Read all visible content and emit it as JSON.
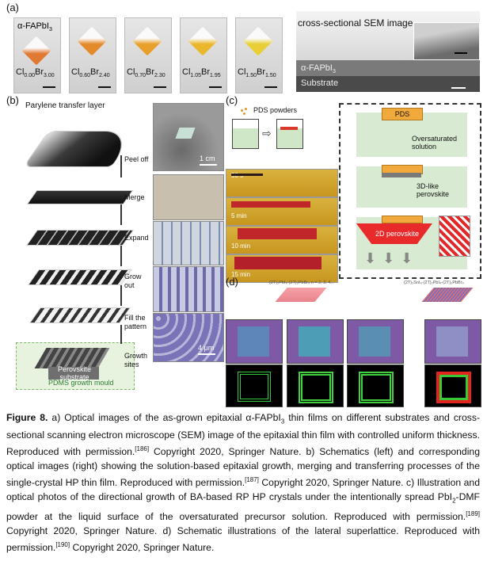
{
  "panels": {
    "a": "(a)",
    "b": "(b)",
    "c": "(c)",
    "d": "(d)"
  },
  "panel_a": {
    "film_label": "α-FAPbI",
    "film_sub": "3",
    "crystals": [
      {
        "cl": "Cl",
        "cl_sub": "0.00",
        "br": "Br",
        "br_sub": "3.00",
        "color": "#e07a32"
      },
      {
        "cl": "Cl",
        "cl_sub": "0.60",
        "br": "Br",
        "br_sub": "2.40",
        "color": "#e58a2a"
      },
      {
        "cl": "Cl",
        "cl_sub": "0.70",
        "br": "Br",
        "br_sub": "2.30",
        "color": "#e9a02a"
      },
      {
        "cl": "Cl",
        "cl_sub": "1.05",
        "br": "Br",
        "br_sub": "1.95",
        "color": "#eab72c"
      },
      {
        "cl": "Cl",
        "cl_sub": "1.50",
        "br": "Br",
        "br_sub": "1.50",
        "color": "#e9cf35"
      }
    ],
    "sem_title": "cross-sectional SEM image",
    "sem_film": "α-FAPbI",
    "sem_film_sub": "3",
    "sem_substrate": "Substrate"
  },
  "panel_b": {
    "transfer_layer": "Parylene transfer layer",
    "steps": [
      "Peel off",
      "Merge",
      "Expand",
      "Grow",
      "out",
      "Fill the",
      "pattern",
      "Growth",
      "sites"
    ],
    "substrate_1": "Perovskite",
    "substrate_2": "substrate",
    "mould": "PDMS growth mould",
    "scale_top": "1 cm",
    "scale_bottom": "4 μm"
  },
  "panel_c": {
    "pds_powders": "PDS powders",
    "times": [
      "50 s",
      "5 min",
      "10 min",
      "15 min"
    ],
    "pds_box": "PDS",
    "oversat_1": "Oversaturated",
    "oversat_2": "solution",
    "threed_1": "3D-like",
    "threed_2": "perovskite",
    "twod": "2D perovskite"
  },
  "panel_d": {
    "formula_left": "(2T)₂PbI₄-(2T)₂PbBr₄ n = 2, 3, 4...",
    "formula_right": "(2T)₂SnI₄-(2T)₂PbI₄-(2T)₂PbBr₄"
  },
  "caption": {
    "fig": "Figure 8.",
    "a_text": " a) Optical images of the as-grown epitaxial α-FAPbI",
    "a_sub": "3",
    "a_text2": " thin films on different substrates and cross-sectional scanning electron microscope (SEM) image of the epitaxial thin film with controlled uniform thickness. Reproduced with permission.",
    "ref1": "[186]",
    "a_text3": " Copyright 2020, Springer Nature. b) Schematics (left) and corresponding optical images (right) showing the solution-based epitaxial growth, merging and transferring processes of the single-crystal HP thin film. Reproduced with permission.",
    "ref2": "[187]",
    "b_text": " Copyright 2020, Springer Nature. c) Illustration and optical photos of the directional growth of BA-based RP HP crystals under the intentionally spread PbI",
    "b_sub": "2",
    "b_text2": "-DMF powder at the liquid surface of the oversaturated precursor solution. Reproduced with permission.",
    "ref3": "[189]",
    "c_text": " Copyright 2020, Springer Nature. d) Schematic illustrations of the lateral superlattice. Reproduced with permission.",
    "ref4": "[190]",
    "d_text": " Copyright 2020, Springer Nature."
  }
}
